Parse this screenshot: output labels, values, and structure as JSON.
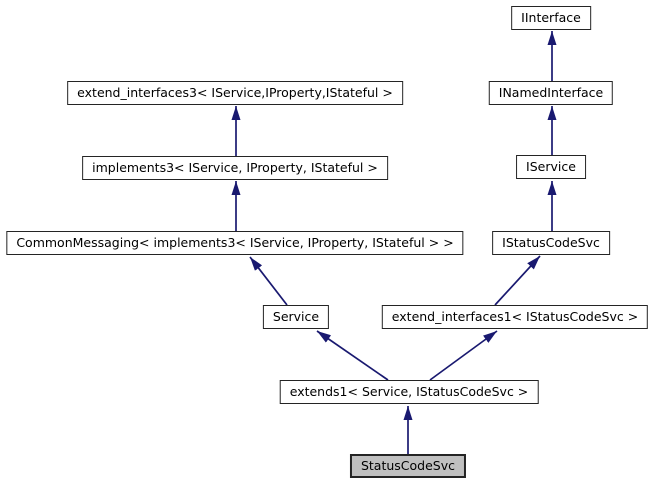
{
  "diagram": {
    "kind": "class-inheritance-graph",
    "colors": {
      "background": "#ffffff",
      "edge": "#191970",
      "node_border": "#242424",
      "node_fill": "#ffffff",
      "highlight_fill": "#c0c0c0"
    },
    "nodes": [
      {
        "id": "iinterface",
        "label": "IInterface",
        "highlighted": false
      },
      {
        "id": "extend_interfaces3",
        "label": "extend_interfaces3< IService,IProperty,IStateful >",
        "highlighted": false
      },
      {
        "id": "inamedinterface",
        "label": "INamedInterface",
        "highlighted": false
      },
      {
        "id": "implements3",
        "label": "implements3< IService, IProperty, IStateful >",
        "highlighted": false
      },
      {
        "id": "iservice",
        "label": "IService",
        "highlighted": false
      },
      {
        "id": "commonmessaging",
        "label": "CommonMessaging< implements3< IService, IProperty, IStateful > >",
        "highlighted": false
      },
      {
        "id": "istatuscodesvc",
        "label": "IStatusCodeSvc",
        "highlighted": false
      },
      {
        "id": "service",
        "label": "Service",
        "highlighted": false
      },
      {
        "id": "extend_interfaces1",
        "label": "extend_interfaces1< IStatusCodeSvc >",
        "highlighted": false
      },
      {
        "id": "extends1",
        "label": "extends1< Service, IStatusCodeSvc >",
        "highlighted": false
      },
      {
        "id": "statuscodesvc",
        "label": "StatusCodeSvc",
        "highlighted": true
      }
    ],
    "edges": [
      {
        "from": "inamedinterface",
        "to": "iinterface"
      },
      {
        "from": "iservice",
        "to": "inamedinterface"
      },
      {
        "from": "istatuscodesvc",
        "to": "iservice"
      },
      {
        "from": "implements3",
        "to": "extend_interfaces3"
      },
      {
        "from": "commonmessaging",
        "to": "implements3"
      },
      {
        "from": "service",
        "to": "commonmessaging"
      },
      {
        "from": "extend_interfaces1",
        "to": "istatuscodesvc"
      },
      {
        "from": "extends1",
        "to": "service"
      },
      {
        "from": "extends1",
        "to": "extend_interfaces1"
      },
      {
        "from": "statuscodesvc",
        "to": "extends1"
      }
    ]
  }
}
